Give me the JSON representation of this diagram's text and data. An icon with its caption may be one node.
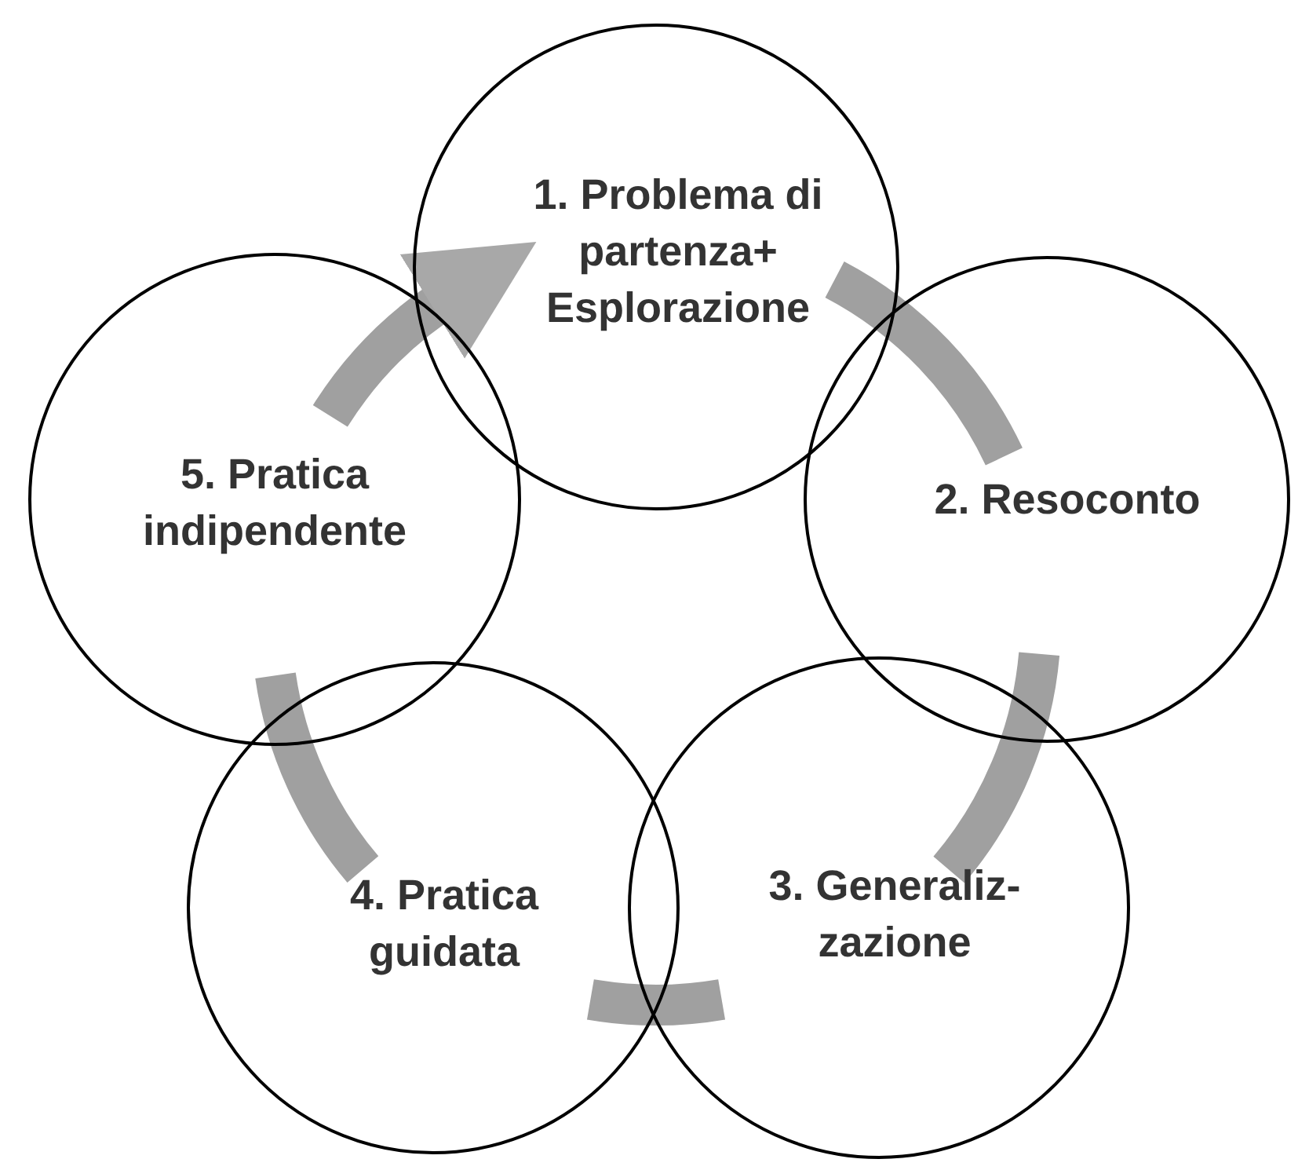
{
  "diagram": {
    "nodes": [
      {
        "text": [
          "1. Problema di partenza+ Esplorazione"
        ]
      },
      {
        "text": [
          "2. Resoconto"
        ]
      },
      {
        "text": [
          "3. Generaliz-zazione"
        ]
      },
      {
        "text": [
          "4. Pratica guidata"
        ]
      },
      {
        "text": [
          "5. Pratica indipendente"
        ]
      }
    ],
    "edges": [
      {
        "from": 0,
        "to": 1,
        "arrow": "none"
      },
      {
        "from": 1,
        "to": 2,
        "arrow": "none"
      },
      {
        "from": 2,
        "to": 3,
        "arrow": "none"
      },
      {
        "from": 3,
        "to": 4,
        "arrow": "none"
      },
      {
        "from": 4,
        "to": 0,
        "arrow": "to"
      }
    ]
  }
}
